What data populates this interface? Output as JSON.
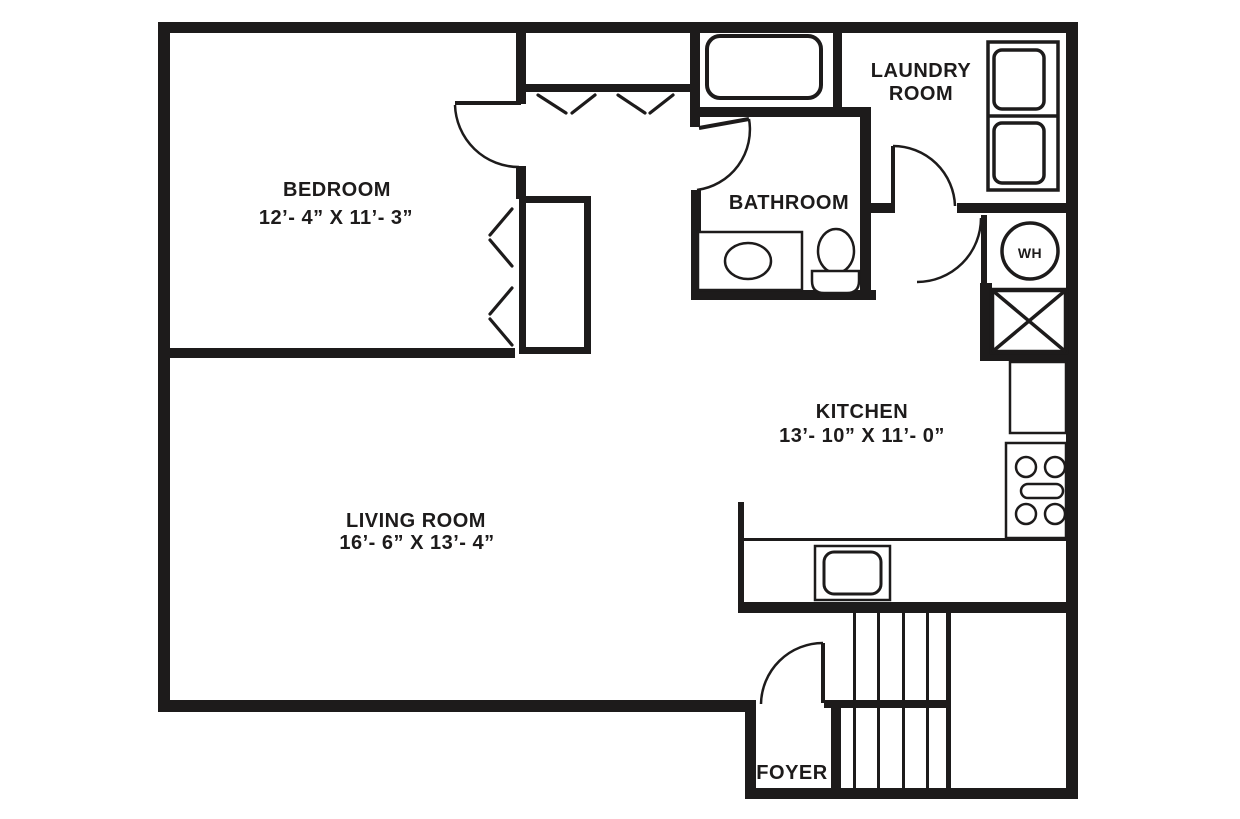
{
  "plan": {
    "background": "#ffffff",
    "line_color": "#1d1b1b",
    "rooms": {
      "bedroom": {
        "label": "BEDROOM",
        "dimensions": "12’- 4” X 11’- 3”"
      },
      "living_room": {
        "label": "LIVING ROOM",
        "dimensions": "16’- 6” X 13’- 4”"
      },
      "kitchen": {
        "label": "KITCHEN",
        "dimensions": "13’- 10” X 11’- 0”"
      },
      "bathroom": {
        "label": "BATHROOM"
      },
      "laundry_room": {
        "label_line1": "LAUNDRY",
        "label_line2": "ROOM"
      },
      "foyer": {
        "label": "FOYER"
      }
    },
    "fixtures": {
      "water_heater": {
        "label": "WH"
      }
    }
  }
}
